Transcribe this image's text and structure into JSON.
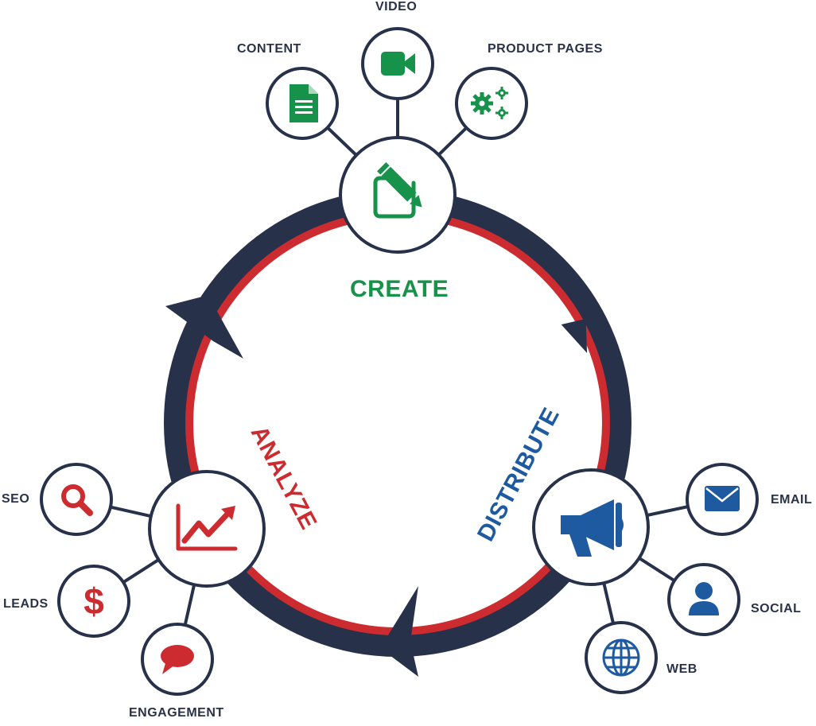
{
  "colors": {
    "navy": "#28314a",
    "red": "#cc2b30",
    "green": "#17924a",
    "blue": "#1e5aa0"
  },
  "phases": {
    "create": {
      "label": "CREATE",
      "color": "#17924a",
      "icon": "edit-pencil-icon"
    },
    "distribute": {
      "label": "DISTRIBUTE",
      "color": "#1e5aa0",
      "icon": "megaphone-icon"
    },
    "analyze": {
      "label": "ANALYZE",
      "color": "#cc2b30",
      "icon": "trend-chart-icon"
    }
  },
  "satellites": {
    "content": {
      "label": "CONTENT",
      "icon": "document-icon"
    },
    "video": {
      "label": "VIDEO",
      "icon": "video-camera-icon"
    },
    "product_pages": {
      "label": "PRODUCT PAGES",
      "icon": "gears-icon"
    },
    "email": {
      "label": "EMAIL",
      "icon": "envelope-icon"
    },
    "social": {
      "label": "SOCIAL",
      "icon": "user-icon"
    },
    "web": {
      "label": "WEB",
      "icon": "globe-icon"
    },
    "seo": {
      "label": "SEO",
      "icon": "magnifier-icon"
    },
    "leads": {
      "label": "LEADS",
      "icon": "dollar-icon"
    },
    "engagement": {
      "label": "ENGAGEMENT",
      "icon": "speech-bubble-icon"
    }
  }
}
